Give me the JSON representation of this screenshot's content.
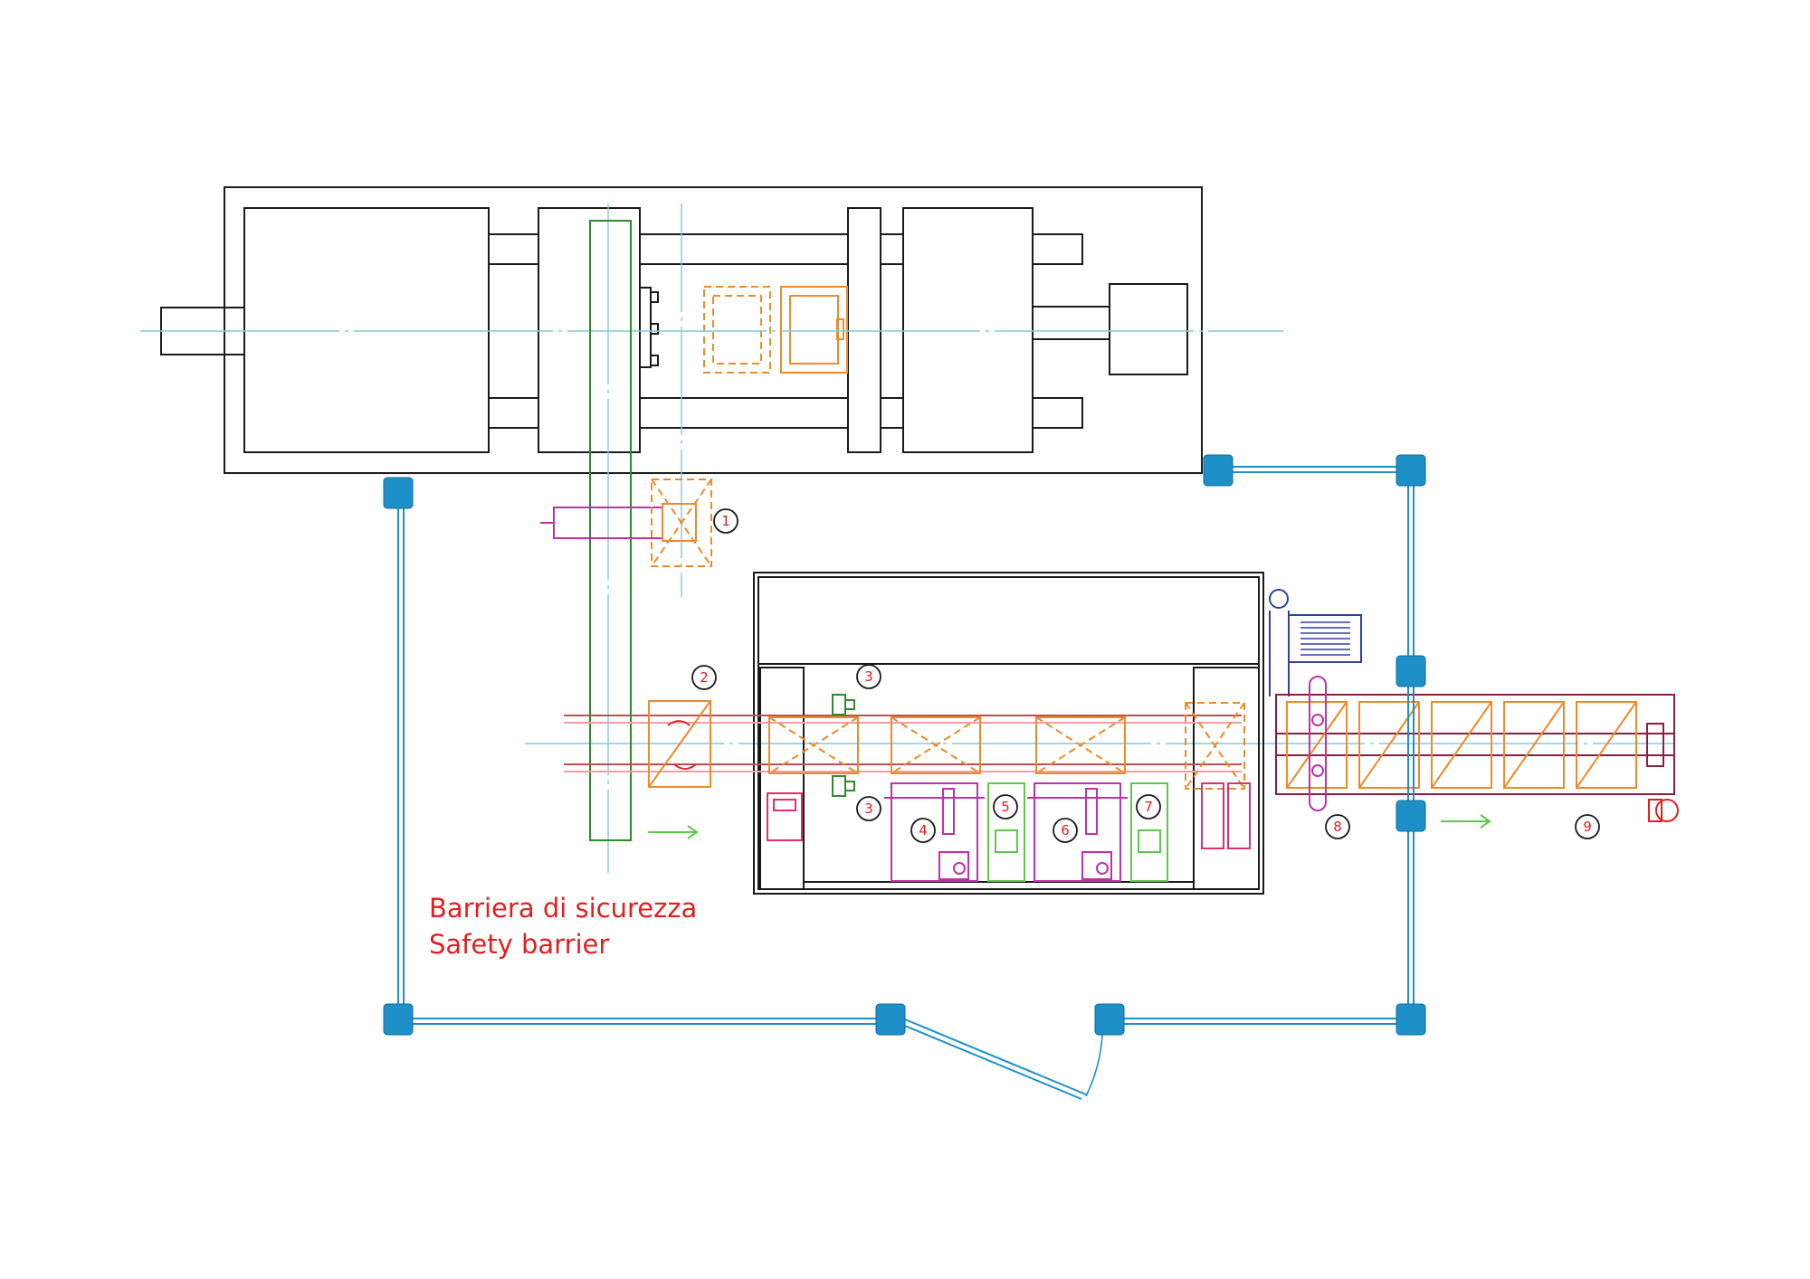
{
  "barrier_label": {
    "line1": "Barriera di sicurezza",
    "line2": "Safety barrier"
  },
  "callouts": {
    "c1": "1",
    "c2": "2",
    "c3a": "3",
    "c3b": "3",
    "c4": "4",
    "c5": "5",
    "c6": "6",
    "c7": "7",
    "c8": "8",
    "c9": "9"
  },
  "colors": {
    "machine_outline": "#1a1a1a",
    "handling": "#ee8a2a",
    "safety_barrier": "#1e90c8",
    "labels": "#e02020",
    "units": "#c030a8",
    "guides": "#2f8a2f"
  },
  "icons": {
    "flow_direction": "arrow-right-icon",
    "rotation": "rotate-arrows-icon"
  }
}
